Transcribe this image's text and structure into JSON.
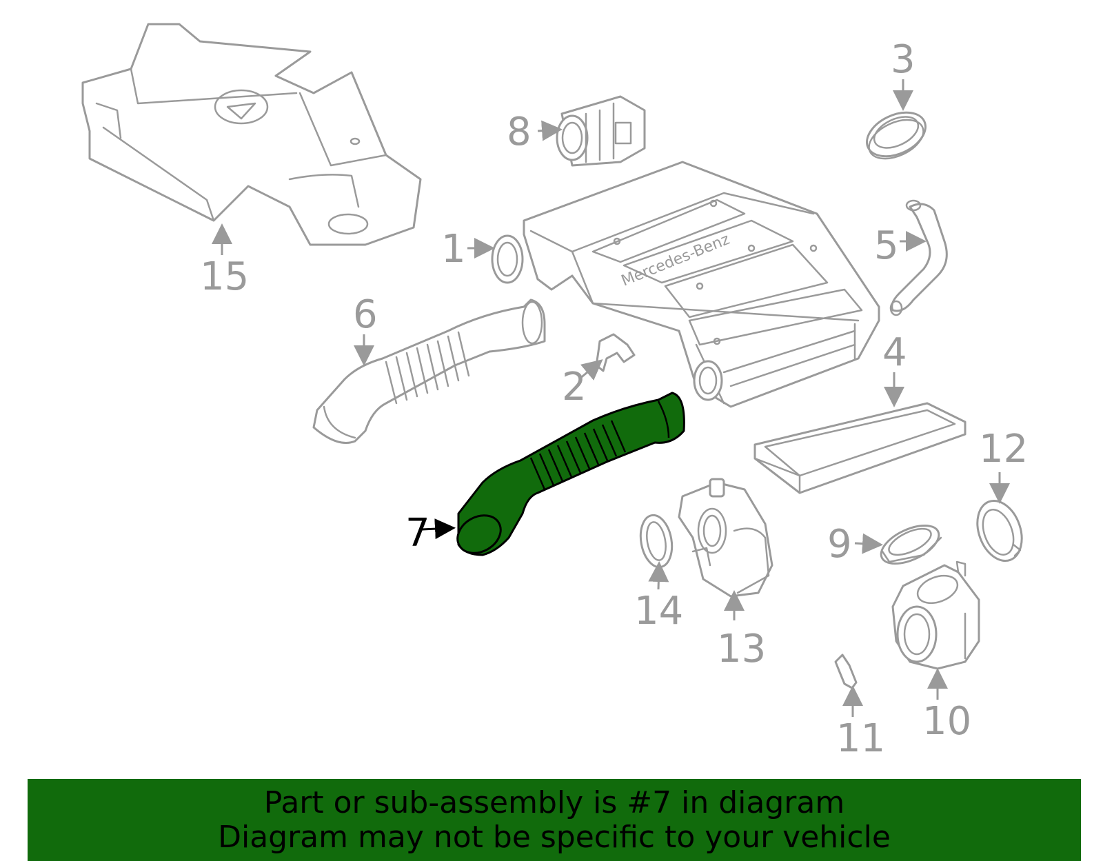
{
  "diagram": {
    "highlight_color": "#116b0c",
    "outline_color": "#9a9a9a",
    "brand_text": "Mercedes-Benz",
    "highlighted_part": "7",
    "callouts": [
      "1",
      "2",
      "3",
      "4",
      "5",
      "6",
      "7",
      "8",
      "9",
      "10",
      "11",
      "12",
      "13",
      "14",
      "15"
    ]
  },
  "banner": {
    "line1": "Part or sub-assembly is #7 in diagram",
    "line2": "Diagram may not be specific to your vehicle"
  }
}
